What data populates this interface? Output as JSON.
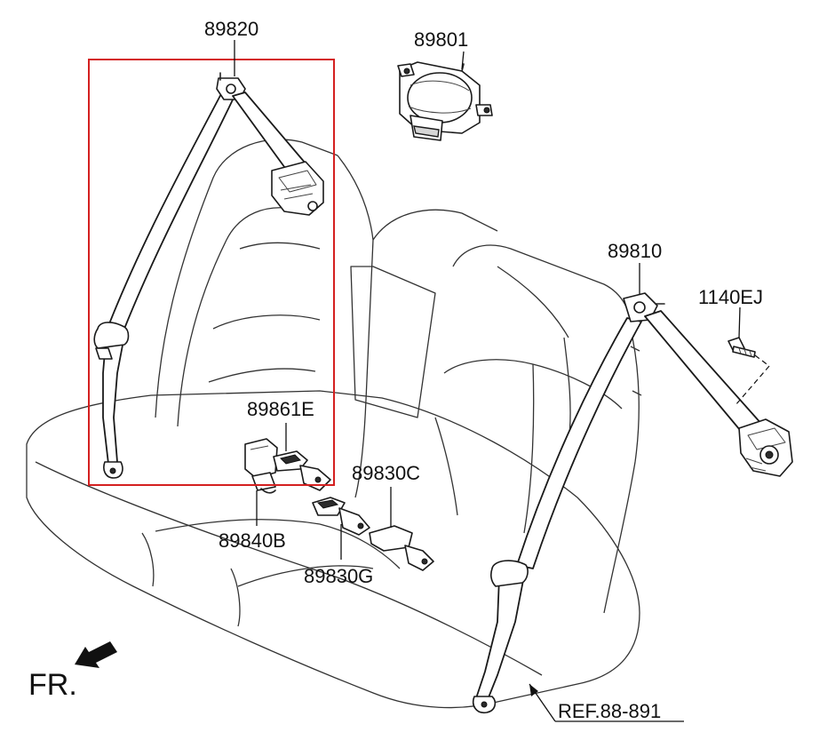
{
  "diagram": {
    "labels": {
      "l_89820": "89820",
      "l_89801": "89801",
      "l_89810": "89810",
      "l_1140EJ": "1140EJ",
      "l_89861E": "89861E",
      "l_89830C": "89830C",
      "l_89840B": "89840B",
      "l_89830G": "89830G",
      "ref": "REF.88-891",
      "front": "FR."
    },
    "colors": {
      "highlight_box": "#d42020",
      "line": "#222222",
      "background": "#ffffff"
    },
    "icons": {
      "front_arrow": "arrow-down-left-icon"
    }
  }
}
